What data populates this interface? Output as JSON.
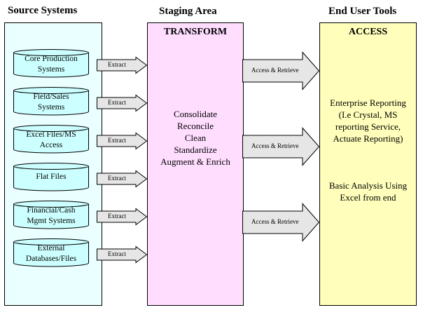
{
  "titles": {
    "source": "Source Systems",
    "staging": "Staging Area",
    "end_user": "End User Tools"
  },
  "colors": {
    "source_fill": "#eaffff",
    "staging_fill": "#ffddff",
    "access_fill": "#ffffbb",
    "arrow_fill": "#e6e6e6"
  },
  "source_systems": [
    {
      "line1": "Core Production",
      "line2": "Systems"
    },
    {
      "line1": "Field/Sales",
      "line2": "Systems"
    },
    {
      "line1": "Excel Files/MS",
      "line2": "Access"
    },
    {
      "line1": "Flat Files",
      "line2": ""
    },
    {
      "line1": "Financial/Cash",
      "line2": "Mgmt Systems"
    },
    {
      "line1": "External",
      "line2": "Databases/Files"
    }
  ],
  "extract_label": "Extract",
  "transform": {
    "title": "TRANSFORM",
    "steps": [
      "Consolidate",
      "Reconcile",
      "Clean",
      "Standardize",
      "Augment & Enrich"
    ]
  },
  "access_retrieve_label": "Access & Retrieve",
  "access": {
    "title": "ACCESS",
    "block1": [
      "Enterprise Reporting",
      "(I.e Crystal, MS",
      "reporting Service,",
      "Actuate Reporting)"
    ],
    "block2": [
      "Basic Analysis Using",
      "Excel from end"
    ]
  }
}
